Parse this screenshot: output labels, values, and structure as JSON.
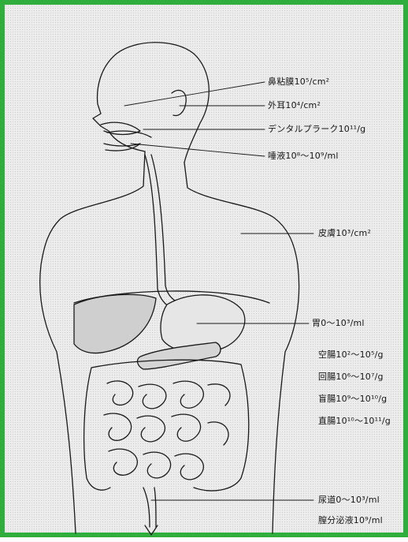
{
  "frame": {
    "border_color": "#2fae3e",
    "background": "#ececec"
  },
  "labels": {
    "nasal_mucosa": "鼻粘膜10⁵/cm²",
    "outer_ear": "外耳10⁴/cm²",
    "dental_plaque": "デンタルプラーク10¹¹/g",
    "saliva": "唾液10⁸～10⁹/ml",
    "skin": "皮膚10³/cm²",
    "stomach": "胃0～10³/ml",
    "jejunum": "空腸10²～10⁵/g",
    "ileum": "回腸10⁶～10⁷/g",
    "cecum": "盲腸10⁹～10¹⁰/g",
    "rectum": "直腸10¹⁰～10¹¹/g",
    "urethra": "尿道0～10³/ml",
    "vaginal_secretion": "膣分泌液10⁹/ml"
  }
}
